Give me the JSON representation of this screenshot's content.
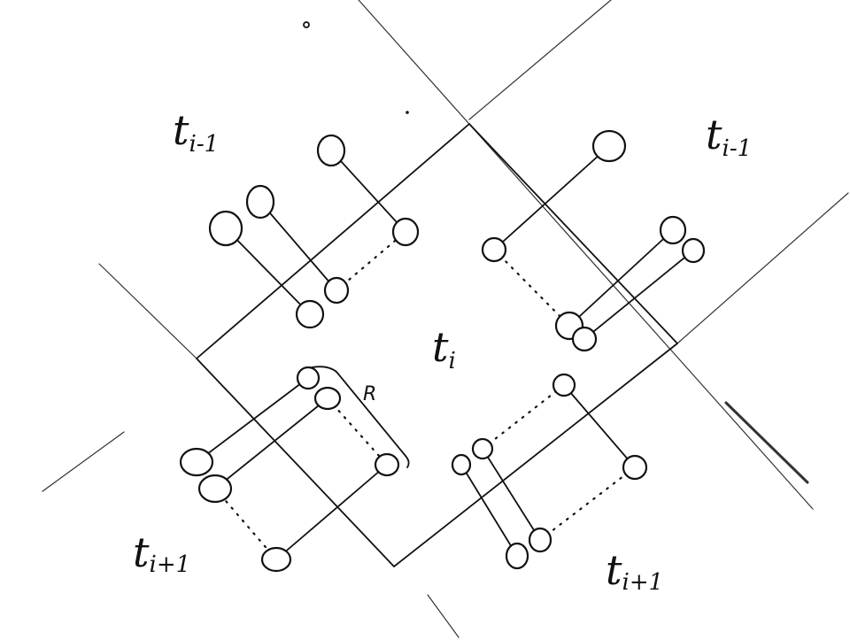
{
  "labels": {
    "top_left": {
      "base": "t",
      "sub": "i-1"
    },
    "top_right": {
      "base": "t",
      "sub": "i-1"
    },
    "center": {
      "base": "t",
      "sub": "i"
    },
    "bottom_left": {
      "base": "t",
      "sub": "i+1"
    },
    "bottom_right": {
      "base": "t",
      "sub": "i+1"
    },
    "bracket_label": "R"
  },
  "colors": {
    "ink": "#111111",
    "paper": "#ffffff"
  }
}
